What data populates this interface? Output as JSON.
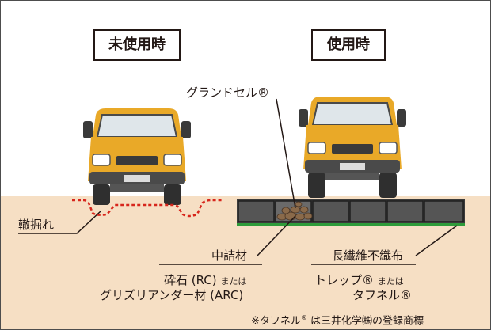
{
  "titles": {
    "unused": "未使用時",
    "used": "使用時"
  },
  "labels": {
    "grand_cell": "グランドセル®",
    "rut": "轍掘れ",
    "filler": "中詰材",
    "filler_material_1": "砕石 (RC)",
    "filler_or_1": "または",
    "filler_material_2": "グリズリアンダー材 (ARC)",
    "nonwoven": "長繊維不織布",
    "fabric_1": "トレップ®",
    "fabric_or": "または",
    "fabric_2": "タフネル®"
  },
  "footnote": {
    "prefix": "※タフネル",
    "mark": "®",
    "text": " は三井化学㈱の登録商標"
  },
  "colors": {
    "ground": "#f6dfc4",
    "truck_body": "#e9a928",
    "truck_dark": "#3a3a3a",
    "cell": "#3b3b3b",
    "fabric": "#2e9b3a",
    "rut_line": "#d7261c",
    "stones": "#8a6a4a"
  }
}
